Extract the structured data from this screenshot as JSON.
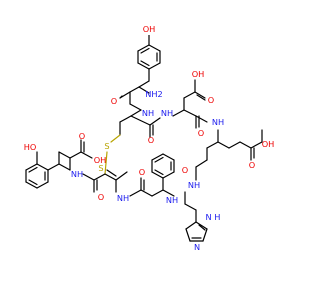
{
  "colors": {
    "background": "#ffffff",
    "bond": "#000000",
    "oxygen": "#ee0000",
    "nitrogen": "#1a1aee",
    "sulfur": "#b8a400"
  },
  "atom_labels": {
    "top_phenol_oh": "OH",
    "top_amine": "NH2",
    "top_amide_o": "O",
    "top_amide_n": "NH",
    "asp_amide_n": "NH",
    "asp_acid": "OH",
    "asp_acid_o": "O",
    "asp_amide_o": "O",
    "glu_amide_n": "NH",
    "glu_acid_oh": "OH",
    "glu_acid_o": "O",
    "ring_o": "O",
    "left_phenol_oh": "HO",
    "ctyr_acid_oh": "OH",
    "ctyr_acid_o": "O",
    "ctyr_amide_n": "NH",
    "ctyr_amide_o": "O",
    "cys_s1": "S",
    "cys_s2": "S",
    "cys_amide_n": "NH",
    "cys_amide_o": "O",
    "lower_amide_n": "NH",
    "his_n": "NH",
    "his_ring_nh": "N H",
    "his_ring_n": "N"
  }
}
